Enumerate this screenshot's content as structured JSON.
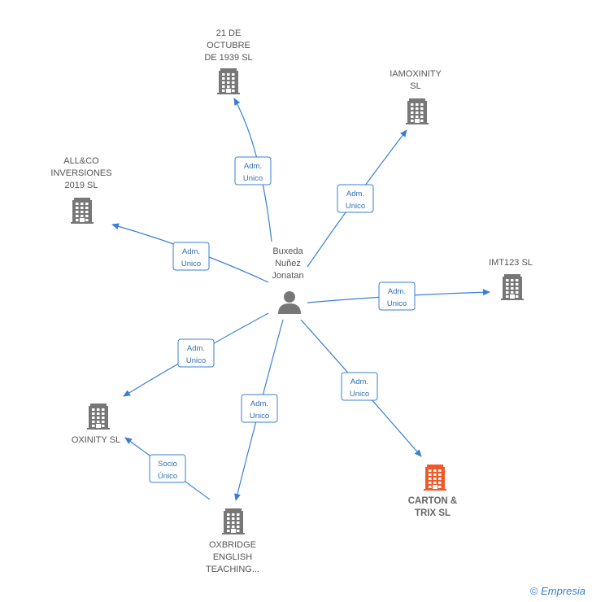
{
  "center": {
    "label": [
      "Buxeda",
      "Nuñez",
      "Jonatan"
    ],
    "icon": "person-icon"
  },
  "companies": [
    {
      "id": "c21",
      "label": [
        "21 DE",
        "OCTUBRE",
        "DE 1939  SL"
      ],
      "color": "#777777",
      "highlight": false
    },
    {
      "id": "iam",
      "label": [
        "IAMOXINITY",
        "SL"
      ],
      "color": "#777777",
      "highlight": false
    },
    {
      "id": "all",
      "label": [
        "ALL&CO",
        "INVERSIONES",
        "2019  SL"
      ],
      "color": "#777777",
      "highlight": false
    },
    {
      "id": "imt",
      "label": [
        "IMT123 SL"
      ],
      "color": "#777777",
      "highlight": false
    },
    {
      "id": "oxi",
      "label": [
        "OXINITY  SL"
      ],
      "color": "#777777",
      "highlight": false
    },
    {
      "id": "car",
      "label": [
        "CARTON &",
        "TRIX  SL"
      ],
      "color": "#f05a28",
      "highlight": true
    },
    {
      "id": "oxb",
      "label": [
        "OXBRIDGE",
        "ENGLISH",
        "TEACHING..."
      ],
      "color": "#777777",
      "highlight": false
    }
  ],
  "edges": [
    {
      "from": "center",
      "to": "c21",
      "label": [
        "Adm.",
        "Unico"
      ]
    },
    {
      "from": "center",
      "to": "iam",
      "label": [
        "Adm.",
        "Unico"
      ]
    },
    {
      "from": "center",
      "to": "all",
      "label": [
        "Adm.",
        "Unico"
      ]
    },
    {
      "from": "center",
      "to": "imt",
      "label": [
        "Adm.",
        "Unico"
      ]
    },
    {
      "from": "center",
      "to": "oxi",
      "label": [
        "Adm.",
        "Unico"
      ]
    },
    {
      "from": "center",
      "to": "car",
      "label": [
        "Adm.",
        "Unico"
      ]
    },
    {
      "from": "center",
      "to": "oxb",
      "label": [
        "Adm.",
        "Unico"
      ]
    },
    {
      "from": "oxb",
      "to": "oxi",
      "label": [
        "Socio",
        "Único"
      ]
    }
  ],
  "footer": {
    "copyright": "©",
    "brand": "Empresia"
  },
  "colors": {
    "edge": "#3a7fd5",
    "node": "#777777",
    "highlight": "#f05a28"
  }
}
